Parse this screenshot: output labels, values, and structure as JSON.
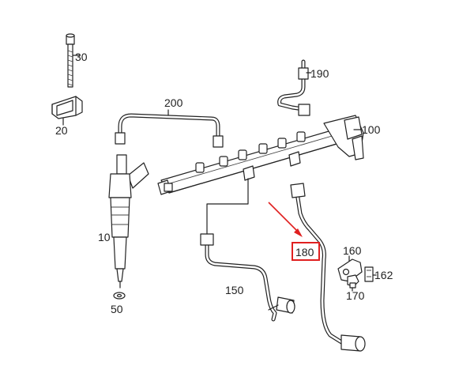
{
  "parts": {
    "p30": "30",
    "p190": "190",
    "p200": "200",
    "p20": "20",
    "p100": "100",
    "p10": "10",
    "p180": "180",
    "p160": "160",
    "p162": "162",
    "p150": "150",
    "p170": "170",
    "p50": "50"
  },
  "highlight": {
    "part": "180",
    "color": "#e02020"
  }
}
